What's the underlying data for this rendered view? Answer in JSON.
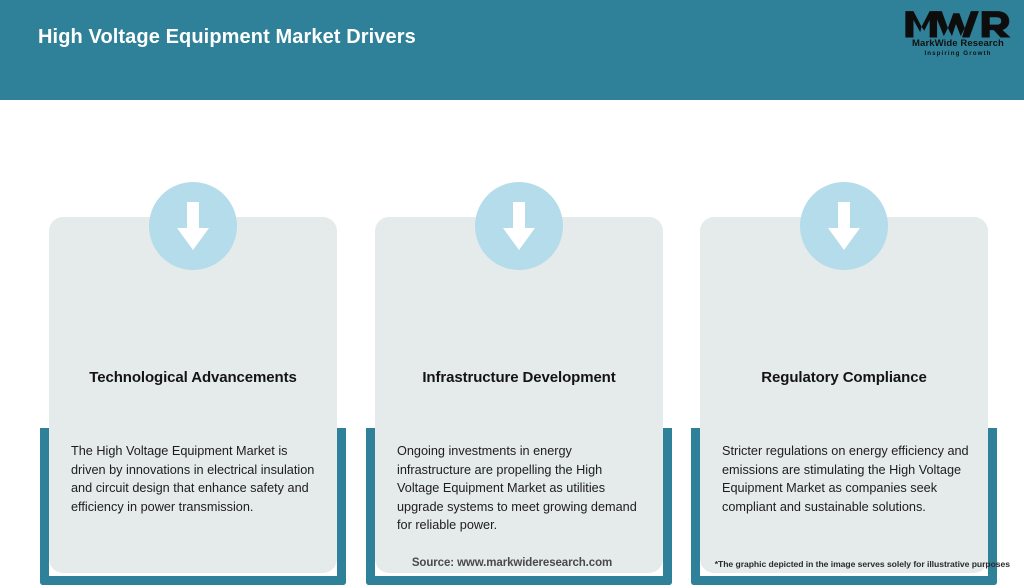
{
  "header": {
    "title": "High Voltage Equipment Market Drivers",
    "background_color": "#2e8198",
    "title_color": "#ffffff"
  },
  "logo": {
    "mark": "MWR",
    "name": "MarkWide Research",
    "tagline": "Inspiring Growth"
  },
  "theme": {
    "accent_teal": "#2e8198",
    "card_background": "#e5eaeb",
    "icon_circle": "#b4dcea",
    "icon_arrow": "#ffffff",
    "page_background": "#ffffff"
  },
  "cards": [
    {
      "icon": "arrow-down-icon",
      "title": "Technological Advancements",
      "body": "The High Voltage Equipment Market is driven by innovations in electrical insulation and circuit design that enhance safety and efficiency in power transmission."
    },
    {
      "icon": "arrow-down-icon",
      "title": "Infrastructure Development",
      "body": "Ongoing investments in energy infrastructure are propelling the High Voltage Equipment Market as utilities upgrade systems to meet growing demand for reliable power."
    },
    {
      "icon": "arrow-down-icon",
      "title": "Regulatory Compliance",
      "body": "Stricter regulations on energy efficiency and emissions are stimulating the High Voltage Equipment Market as companies seek compliant and sustainable solutions."
    }
  ],
  "footer": {
    "source": "Source: www.markwideresearch.com",
    "disclaimer": "*The graphic depicted in the image serves solely for illustrative purposes"
  }
}
